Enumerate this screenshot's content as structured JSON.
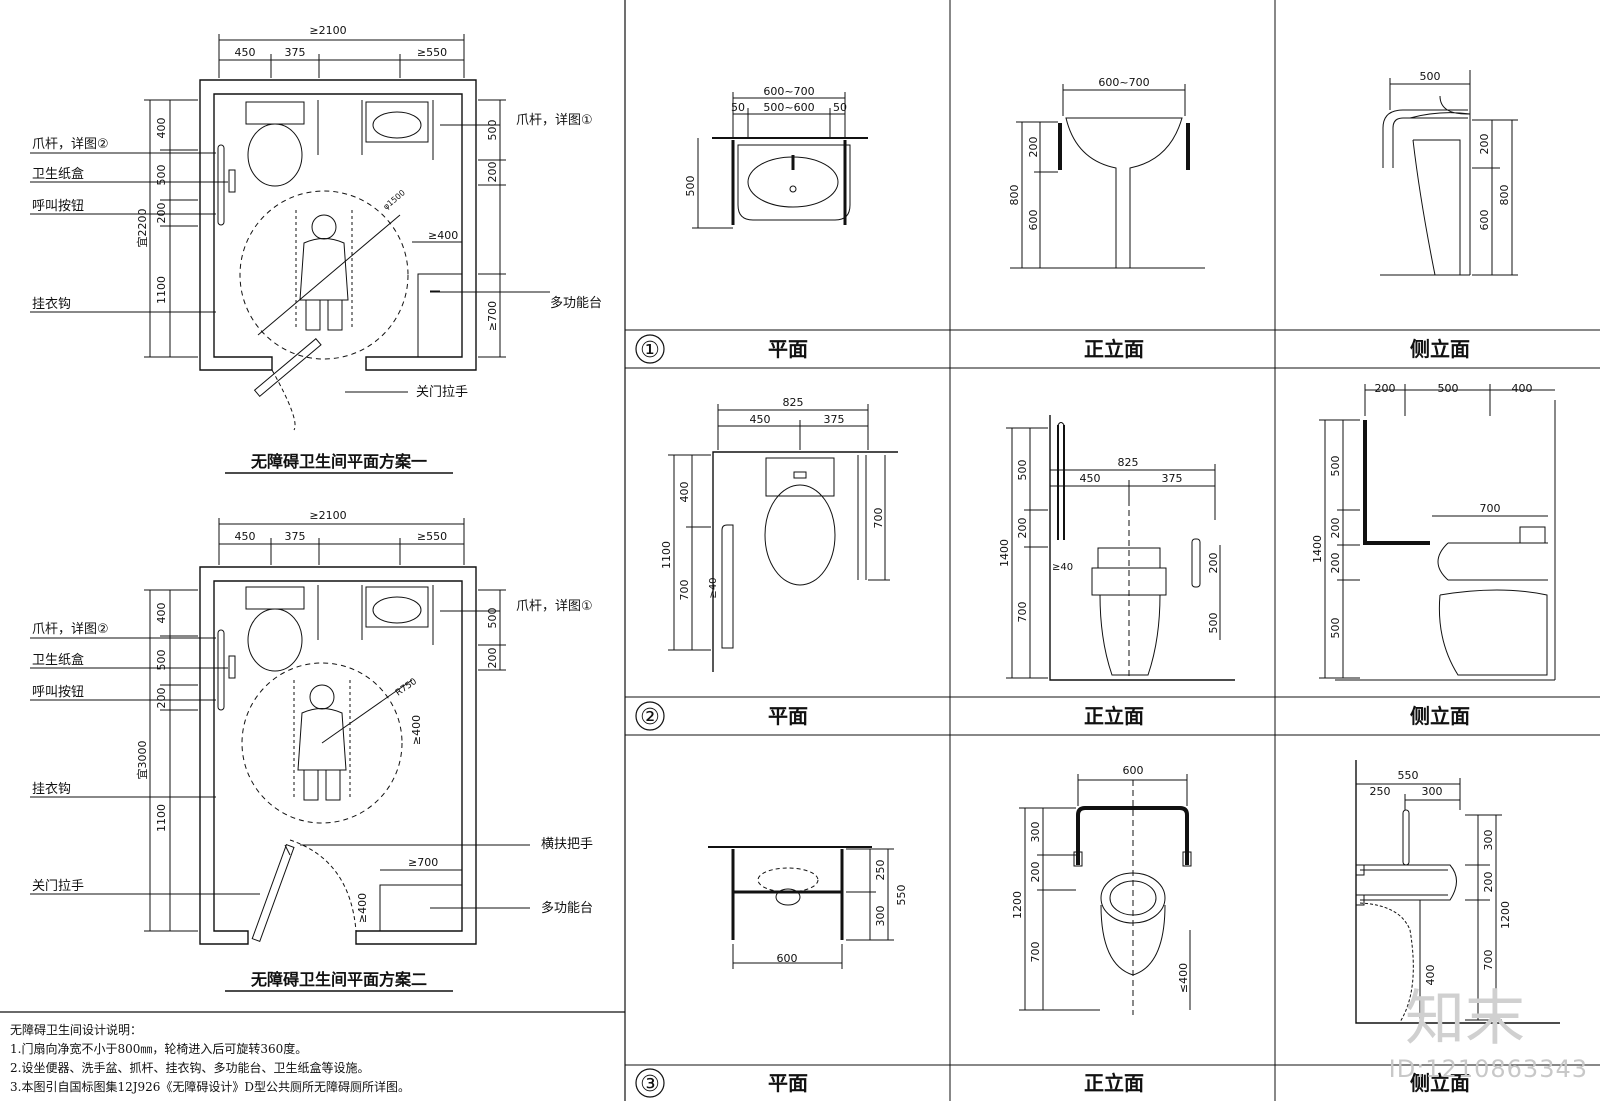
{
  "plan1": {
    "title": "无障碍卫生间平面方案一",
    "dim_total": "≥2100",
    "dim_a": "450",
    "dim_b": "375",
    "dim_c": "≥550",
    "left_v": [
      "400",
      "500",
      "200",
      "1100"
    ],
    "left_total": "宜2200",
    "right_v": [
      "500",
      "200",
      "≥700"
    ],
    "diam": "φ1500",
    "dim_400": "≥400",
    "labels": {
      "grab_bar": "爪杆，详图②",
      "tissue": "卫生纸盒",
      "call": "呼叫按钮",
      "hook": "挂衣钩",
      "grab_bar_1": "爪杆，详图①",
      "counter": "多功能台",
      "door_pull": "关门拉手"
    }
  },
  "plan2": {
    "title": "无障碍卫生间平面方案二",
    "dim_total": "≥2100",
    "dim_a": "450",
    "dim_b": "375",
    "dim_c": "≥550",
    "left_v": [
      "400",
      "500",
      "200",
      "1100"
    ],
    "left_total": "宜3000",
    "right_v": [
      "500",
      "200"
    ],
    "radius": "R750",
    "dim_400": "≥400",
    "dim_700": "≥700",
    "dim_400b": "≥400",
    "labels": {
      "grab_bar": "爪杆，详图②",
      "tissue": "卫生纸盒",
      "call": "呼叫按钮",
      "hook": "挂衣钩",
      "door_pull": "关门拉手",
      "grab_bar_1": "爪杆，详图①",
      "h_handle": "横扶把手",
      "counter": "多功能台"
    }
  },
  "notes": {
    "heading": "无障碍卫生间设计说明：",
    "items": [
      "1.门扇向净宽不小于800㎜，轮椅进入后可旋转360度。",
      "2.设坐便器、洗手盆、抓杆、挂衣钩、多功能台、卫生纸盒等设施。",
      "3.本图引自国标图集12J926《无障碍设计》D型公共厕所无障碍厕所详图。"
    ]
  },
  "views": {
    "plan": "平面",
    "front": "正立面",
    "side": "侧立面"
  },
  "rows": [
    {
      "marker": "①",
      "plan": {
        "top": "600~700",
        "sub": [
          "50",
          "500~600",
          "50"
        ],
        "left": "500"
      },
      "front": {
        "top": "600~700",
        "left": [
          "200",
          "600"
        ],
        "total": "800"
      },
      "side": {
        "top": "500",
        "right": [
          "200",
          "600"
        ],
        "total": "800"
      }
    },
    {
      "marker": "②",
      "plan": {
        "top": "825",
        "sub": [
          "450",
          "375"
        ],
        "left": [
          "400",
          "700"
        ],
        "total": "1100",
        "gap": "≥40",
        "right": "700"
      },
      "front": {
        "top": "825",
        "sub": [
          "450",
          "375"
        ],
        "left": [
          "500",
          "200",
          "700"
        ],
        "total": "1400",
        "gap": "≥40",
        "right": [
          "200",
          "500"
        ]
      },
      "side": {
        "top": [
          "200",
          "500",
          "400"
        ],
        "bar": "700",
        "left": [
          "500",
          "200",
          "200",
          "500"
        ],
        "total": "1400"
      }
    },
    {
      "marker": "③",
      "plan": {
        "right": [
          "250",
          "300"
        ],
        "total": "550",
        "bottom": "600"
      },
      "front": {
        "top": "600",
        "left": [
          "300",
          "200",
          "700"
        ],
        "total": "1200",
        "right": "≤400"
      },
      "side": {
        "top": "550",
        "sub": [
          "250",
          "300"
        ],
        "right": [
          "300",
          "200"
        ],
        "total": "1200",
        "lower": "400",
        "extra": "700"
      }
    }
  ],
  "watermark": {
    "id": "ID:1210863343",
    "logo": "知末"
  }
}
